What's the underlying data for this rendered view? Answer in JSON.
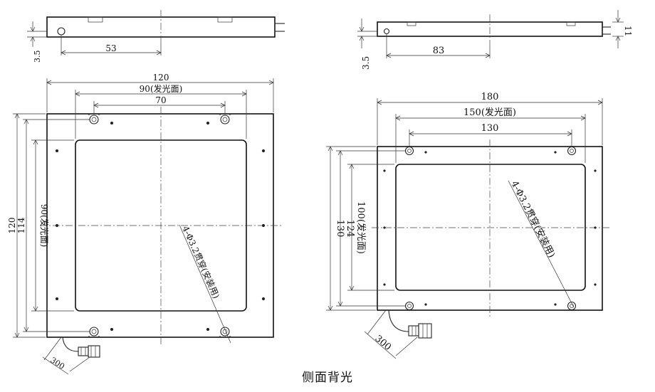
{
  "left_view": {
    "side_offset": "3.5",
    "side_length": "53",
    "width_total": "120",
    "width_emit": "90(发光面)",
    "width_holes": "70",
    "height_emit": "90(发光面)",
    "height_inner": "114",
    "height_total": "120",
    "hole_note": "4-Φ3.2贯穿(安装用)",
    "cable": "300"
  },
  "right_view": {
    "side_offset": "3.5",
    "side_length": "83",
    "side_thickness": "11",
    "width_total": "180",
    "width_emit": "150(发光面)",
    "width_holes": "130",
    "height_emit": "100(发光面)",
    "height_inner": "124",
    "height_total": "130",
    "hole_note": "4-Φ3.2贯穿(安装用)",
    "cable": "300"
  },
  "caption": "侧面背光"
}
